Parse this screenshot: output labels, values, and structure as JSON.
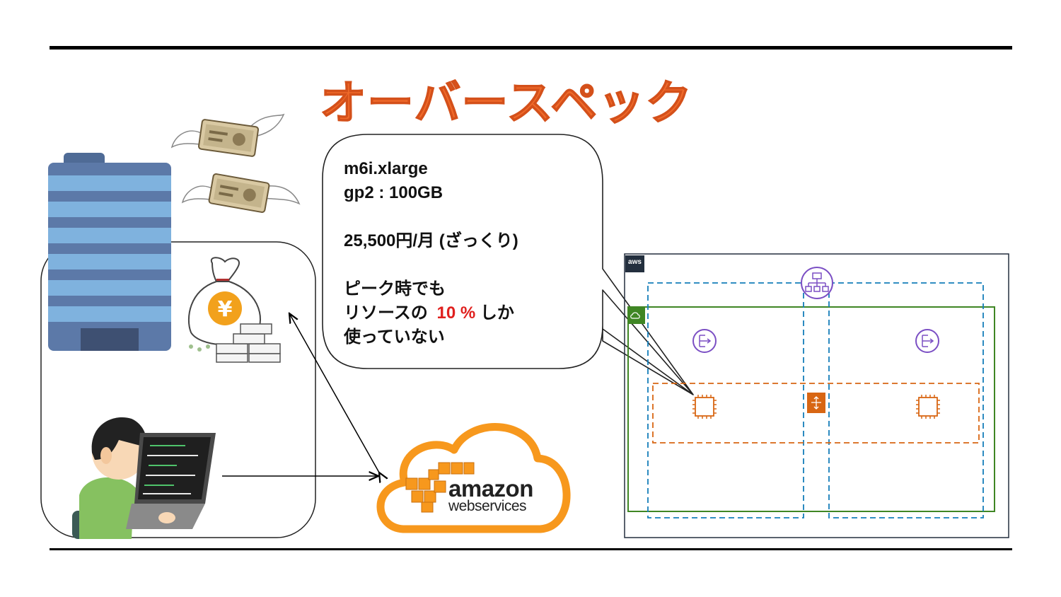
{
  "slide": {
    "title": "オーバースペック",
    "title_color": "#f06a2a"
  },
  "bubble": {
    "instance_type": "m6i.xlarge",
    "storage": "gp2 : 100GB",
    "cost": "25,500円/月 (ざっくり)",
    "peak_line": "ピーク時でも",
    "resource_prefix": "リソースの",
    "percent": "10 %",
    "resource_suffix": "しか",
    "usage_line": "使っていない",
    "highlight_color": "#e0201e"
  },
  "aws_logo": {
    "wordmark": "amazon",
    "subtitle": "webservices",
    "accent_color": "#f7981d"
  },
  "architecture": {
    "cloud_tag": "aws",
    "vpc_color": "#3f8624",
    "az_color": "#147eba",
    "subnet_color": "#d86613",
    "service_color": "#7b4fc4",
    "icons": [
      "load-balancer-icon",
      "nat-gateway-icon",
      "nat-gateway-icon",
      "ec2-instance-icon",
      "ec2-instance-icon",
      "autoscaling-icon"
    ]
  },
  "illustrations": [
    "office-building",
    "flying-money",
    "money-bag",
    "engineer-at-laptop"
  ]
}
